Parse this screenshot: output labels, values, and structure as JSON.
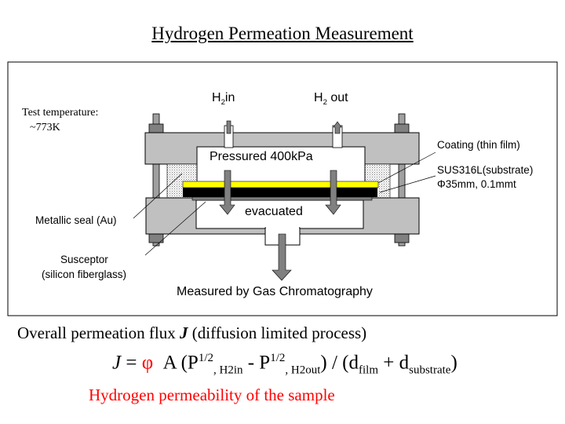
{
  "title": "Hydrogen Permeation Measurement",
  "diagram": {
    "test_temp_label": "Test temperature:",
    "test_temp_value": "~773K",
    "h2_in": "in",
    "h2_out": "out",
    "h2_prefix": "H",
    "h2_sub": "2",
    "pressured": "Pressured 400kPa",
    "evacuated": "evacuated",
    "coating": "Coating (thin film)",
    "substrate": "SUS316L(substrate)",
    "substrate_dims": "Φ35mm, 0.1mmt",
    "metallic_seal": "Metallic seal (Au)",
    "susceptor": "Susceptor",
    "susceptor_material": "(silicon fiberglass)",
    "measured": "Measured by Gas Chromatography"
  },
  "equation": {
    "intro_a": "Overall permeation flux ",
    "intro_j": "J",
    "intro_b": " (diffusion limited process)",
    "j": "J",
    "eq": " = ",
    "phi": "φ",
    "a": "A (P",
    "half1": "1/2",
    "h2in": ", H2in",
    "minus": " - P",
    "half2": "1/2",
    "h2out": ", H2out",
    "div": ") / (d",
    "film": "film",
    "plus": " + d",
    "substrate": "substrate",
    "close": ")",
    "caption": "Hydrogen permeability of the sample"
  },
  "colors": {
    "red": "#ff0000",
    "coating": "#ffff00",
    "plate": "#c0c0c0",
    "arrow": "#808080"
  }
}
